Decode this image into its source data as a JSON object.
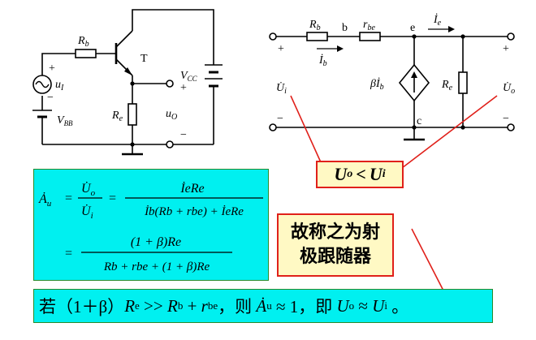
{
  "circuit_left": {
    "rb_label": "R",
    "rb_sub": "b",
    "transistor_label": "T",
    "u1_label": "u",
    "u1_sub": "I",
    "vbb_label": "V",
    "vbb_sub": "BB",
    "vcc_label": "V",
    "vcc_sub": "CC",
    "re_label": "R",
    "re_sub": "e",
    "uo_label": "u",
    "uo_sub": "O",
    "plus": "+",
    "minus": "−"
  },
  "circuit_right": {
    "node_b": "b",
    "node_e": "e",
    "node_c": "c",
    "rb_label": "R",
    "rb_sub": "b",
    "rbe_label": "r",
    "rbe_sub": "be",
    "ie_label": "İ",
    "ie_sub": "e",
    "ib_label": "İ",
    "ib_sub": "b",
    "source_label": "βİ",
    "source_sub": "b",
    "re_label": "R",
    "re_sub": "e",
    "ui_label": "U̇",
    "ui_sub": "i",
    "uo_label": "U̇",
    "uo_sub": "o",
    "plus": "+",
    "minus": "−"
  },
  "formula_lines": {
    "l1_lhs": "Ȧ",
    "l1_lhs_sub": "u",
    "eq": "=",
    "frac1_num": "U̇",
    "frac1_num_sub": "o",
    "frac1_den": "U̇",
    "frac1_den_sub": "i",
    "frac2_num": "İeRe",
    "frac2_den": "İb(Rb + rbe) + İeRe",
    "frac3_num": "(1 + β)Re",
    "frac3_den": "Rb + rbe + (1 + β)Re"
  },
  "comparison": {
    "lhs": "U",
    "lhs_sub": "o",
    "op": "<",
    "rhs": "U",
    "rhs_sub": "i"
  },
  "conclusion": {
    "line1": "故称之为射",
    "line2": "极跟随器"
  },
  "bottom_statement": {
    "p1": "若（1＋β）",
    "p2": "R",
    "p2_sub": "e",
    "p3": " >> ",
    "p4": "R",
    "p4_sub": "b",
    "p5": " + ",
    "p6": "r",
    "p6_sub": "be",
    "p7": "，则 ",
    "p8": "Ȧ",
    "p8_sub": "u",
    "p9": " ≈ 1，即 ",
    "p10": "U",
    "p10_sub": "o",
    "p11": " ≈ ",
    "p12": "U",
    "p12_sub": "i",
    "p13": " 。"
  },
  "colors": {
    "cyan_box": "#00f0f0",
    "yellow_box": "#fff9c4",
    "red_line": "#e0201a"
  }
}
